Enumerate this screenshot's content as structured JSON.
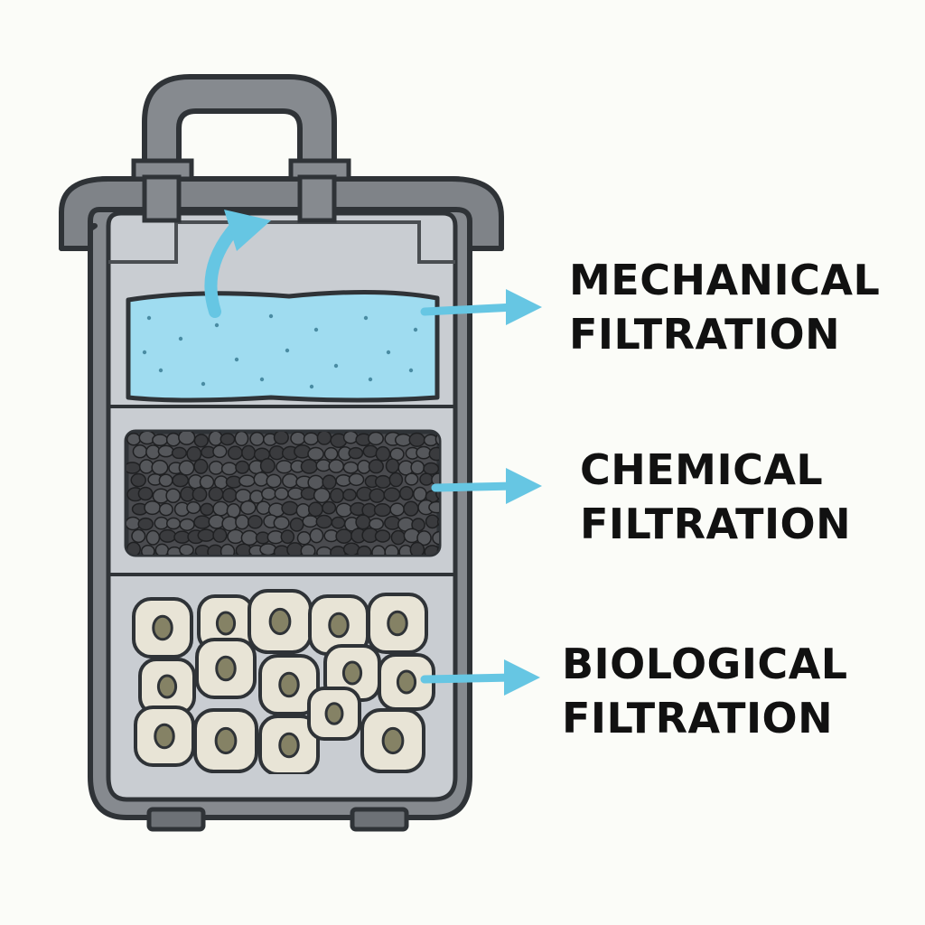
{
  "labels": {
    "mechanical": {
      "line1": "MECHANICAL",
      "line2": "FILTRATION"
    },
    "chemical": {
      "line1": "CHEMICAL",
      "line2": "FILTRATION"
    },
    "biological": {
      "line1": "BIOLOGICAL",
      "line2": "FILTRATION"
    }
  },
  "colors": {
    "housing": "#868a8f",
    "housing_inner": "#c9cdd2",
    "outline": "#2f3337",
    "sponge": "#9fdcf0",
    "arrow": "#66c6e3",
    "carbon": "#3c3d40",
    "ceramic": "#e8e4d6",
    "ceramic_hole": "#858265"
  },
  "icons": {
    "water_flow": "curved-up-arrow-icon",
    "pointer": "right-arrow-icon"
  }
}
